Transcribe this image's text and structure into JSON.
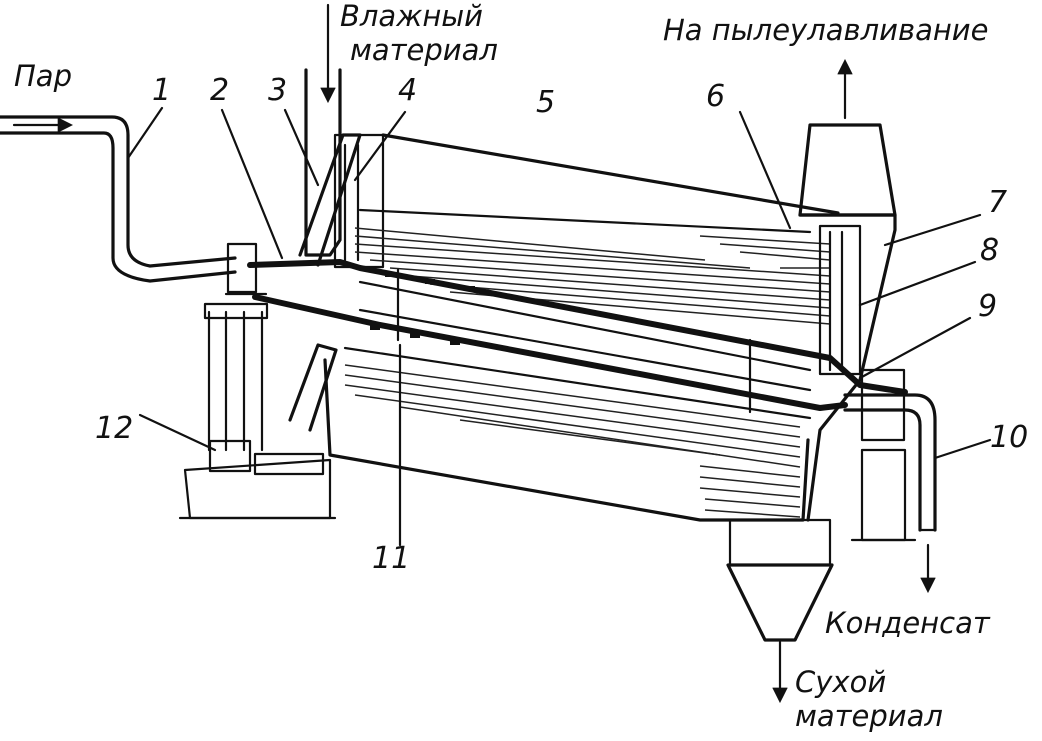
{
  "labels": {
    "steam_in": "Пар",
    "wet_material_line1": "Влажный",
    "wet_material_line2": "материал",
    "dust_capture": "На пылеулавливание",
    "condensate": "Конденсат",
    "dry_material_line1": "Сухой",
    "dry_material_line2": "материал"
  },
  "callouts": [
    "1",
    "2",
    "3",
    "4",
    "5",
    "6",
    "7",
    "8",
    "9",
    "10",
    "11",
    "12"
  ],
  "colors": {
    "ink": "#111111",
    "paper": "#ffffff"
  }
}
